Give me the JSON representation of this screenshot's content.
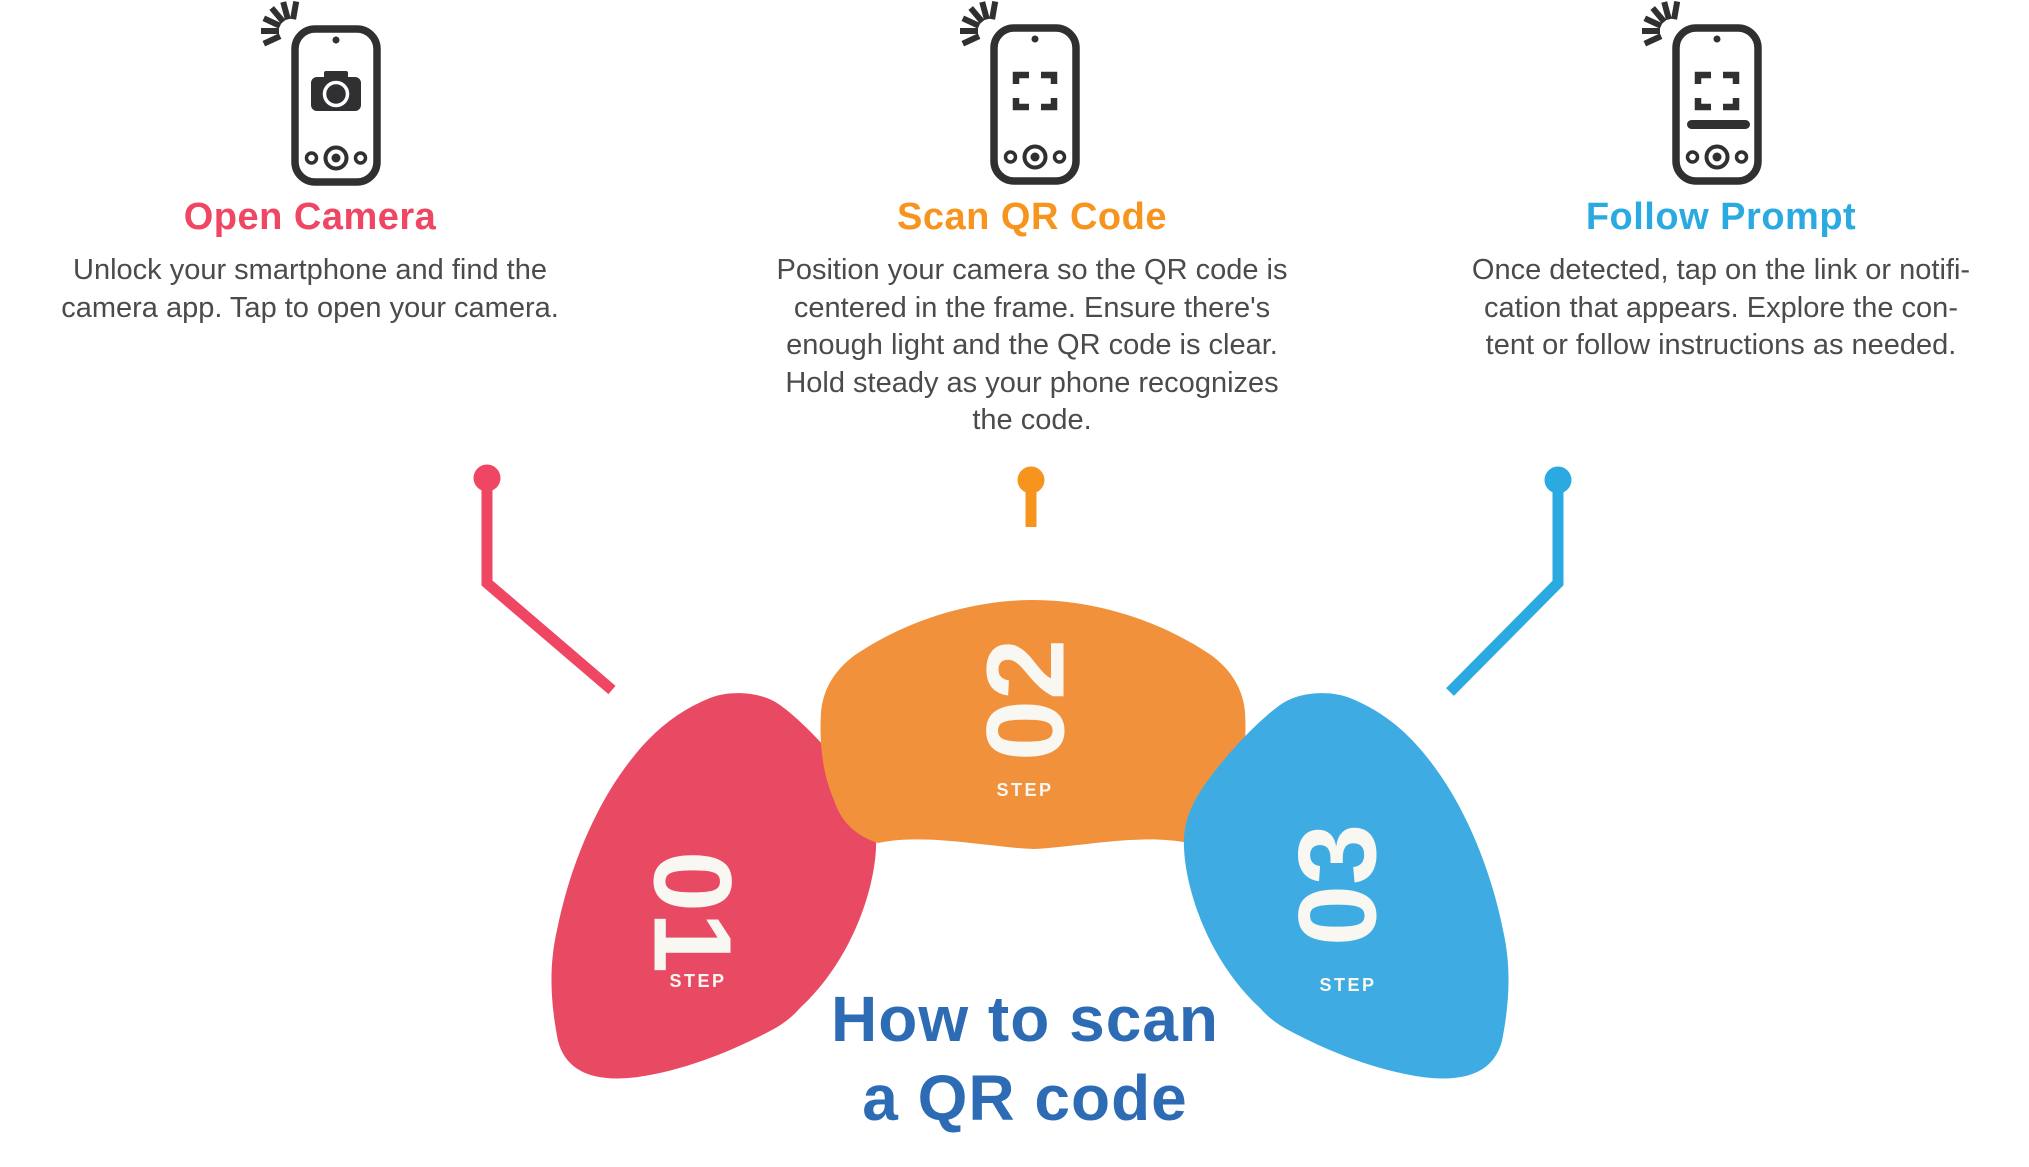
{
  "title": {
    "text": "How to scan\na QR code"
  },
  "steps": [
    {
      "number": "01",
      "step_label": "STEP",
      "heading": "Open Camera",
      "description": "Unlock your smartphone and find the\ncamera app. Tap to open your camera.",
      "icon": "phone-open-camera"
    },
    {
      "number": "02",
      "step_label": "STEP",
      "heading": "Scan QR Code",
      "description": "Position your camera so the QR code is\ncentered in the frame. Ensure there's\nenough light and the QR code is clear.\nHold steady as your phone recognizes\nthe code.",
      "icon": "phone-scan-qr"
    },
    {
      "number": "03",
      "step_label": "STEP",
      "heading": "Follow Prompt",
      "description": "Once detected, tap on the link or notifi-\ncation that appears. Explore the con-\ntent or follow instructions as needed.",
      "icon": "phone-follow-prompt"
    }
  ],
  "colors": {
    "step1": "#ee4663",
    "step2": "#f7941e",
    "step3": "#2baae2",
    "step1_wedge": "#e94a63",
    "step2_wedge": "#f2913c",
    "step3_wedge": "#3eace2",
    "title": "#2d6cb4",
    "body_text": "#4b4b4d",
    "icon": "#303032",
    "step_label_text": "#f8f7f2"
  }
}
